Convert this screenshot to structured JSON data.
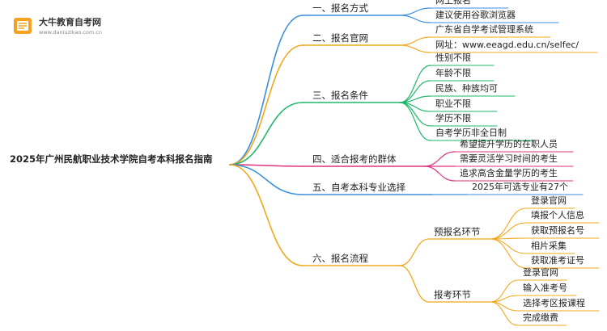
{
  "logo": {
    "title": "大牛教育自考网",
    "subtitle": "www.daniuzikao.com.cn"
  },
  "root": "2025年广州民航职业技术学院自考本科报名指南",
  "branches": [
    {
      "label": "一、报名方式",
      "color": "#3b8fe0",
      "leaves": [
        "网上报名",
        "建议使用谷歌浏览器"
      ]
    },
    {
      "label": "二、报名官网",
      "color": "#f0a81c",
      "leaves": [
        "广东省自学考试管理系统",
        "网址：www.eeagd.edu.cn/selfec/"
      ]
    },
    {
      "label": "三、报名条件",
      "color": "#1fb86a",
      "leaves": [
        "性别不限",
        "年龄不限",
        "民族、种族均可",
        "职业不限",
        "学历不限",
        "自考学历非全日制"
      ]
    },
    {
      "label": "四、适合报考的群体",
      "color": "#e0317e",
      "leaves": [
        "希望提升学历的在职人员",
        "需要灵活学习时间的考生",
        "追求高含金量学历的考生"
      ]
    },
    {
      "label": "五、自考本科专业选择",
      "color": "#3b8fe0",
      "leaves": [
        "2025年可选专业有27个"
      ]
    },
    {
      "label": "六、报名流程",
      "color": "#f0a81c",
      "subs": [
        {
          "label": "预报名环节",
          "leaves": [
            "登录官网",
            "填报个人信息",
            "获取预报名号",
            "相片采集",
            "获取准考证号"
          ]
        },
        {
          "label": "报考环节",
          "leaves": [
            "登录官网",
            "输入准考号",
            "选择考区报课程",
            "完成缴费"
          ]
        }
      ]
    }
  ]
}
